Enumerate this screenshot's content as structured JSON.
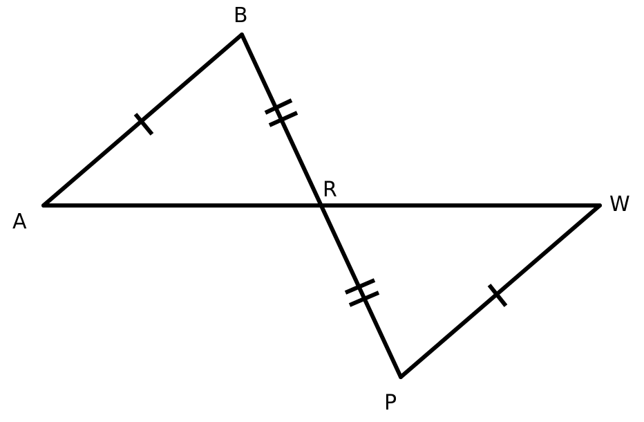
{
  "colors": {
    "line": "#000000",
    "background": "#ffffff"
  },
  "points": {
    "A": "A",
    "B": "B",
    "R": "R",
    "W": "W",
    "P": "P"
  },
  "segments": [
    {
      "from": "A",
      "to": "B"
    },
    {
      "from": "B",
      "to": "P"
    },
    {
      "from": "A",
      "to": "W"
    },
    {
      "from": "W",
      "to": "P"
    }
  ],
  "congruence_marks": [
    {
      "segment": "AB",
      "ticks": 1
    },
    {
      "segment": "WP",
      "ticks": 1
    },
    {
      "segment": "BR",
      "ticks": 2
    },
    {
      "segment": "RP",
      "ticks": 2
    }
  ]
}
